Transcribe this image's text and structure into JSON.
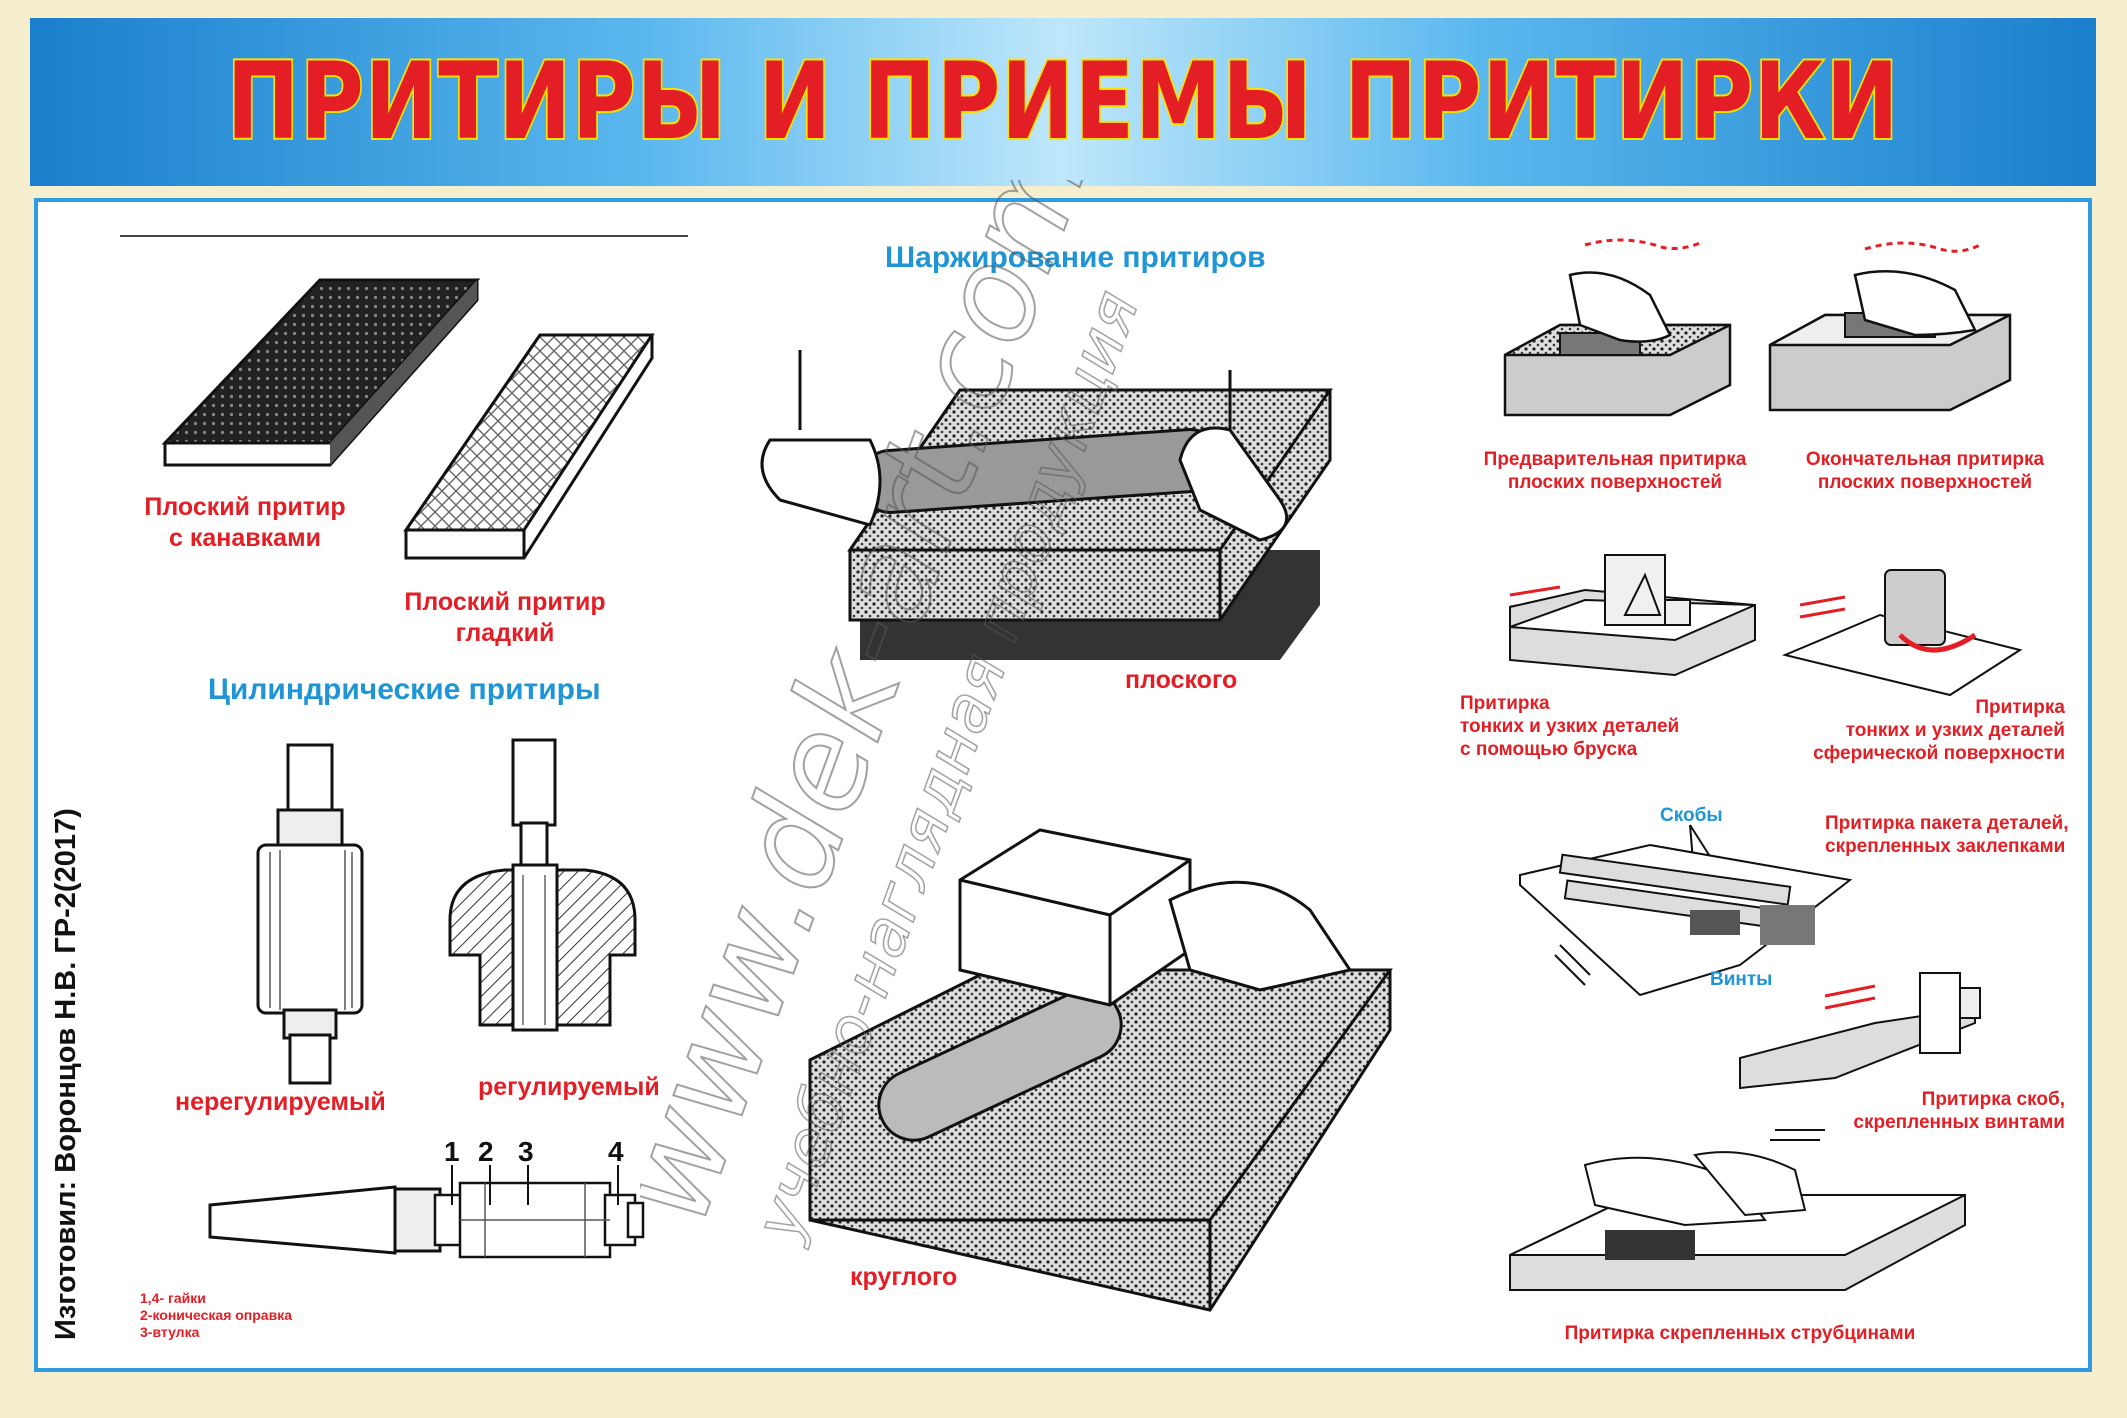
{
  "title": "ПРИТИРЫ И ПРИЕМЫ ПРИТИРКИ",
  "author": "Изготовил: Воронцов Н.В. ГР-2(2017)",
  "watermark": {
    "line1": "www.dek-art.com.ua",
    "line2": "учебно-наглядная продукция"
  },
  "flat": {
    "grooved": [
      "Плоский притир",
      "с канавками"
    ],
    "smooth": [
      "Плоский притир",
      "гладкий"
    ]
  },
  "cylindrical": {
    "heading": "Цилиндрические притиры",
    "fixed": "нерегулируемый",
    "adjustable": "регулируемый",
    "parts": [
      "1",
      "2",
      "3",
      "4"
    ],
    "legend": [
      "1,4- гайки",
      "2-коническая оправка",
      "3-втулка"
    ]
  },
  "charging": {
    "heading": "Шаржирование притиров",
    "flat": "плоского",
    "round": "круглого"
  },
  "methods": {
    "pre": [
      "Предварительная притирка",
      "плоских поверхностей"
    ],
    "final": [
      "Окончательная притирка",
      "плоских поверхностей"
    ],
    "thin_bar": [
      "Притирка",
      "тонких и узких деталей",
      "с помощью бруска"
    ],
    "thin_sphere": [
      "Притирка",
      "тонких и узких деталей",
      "сферической поверхности"
    ],
    "brackets": "Скобы",
    "screws": "Винты",
    "riveted": [
      "Притирка пакета деталей,",
      "скрепленных заклепками"
    ],
    "screwed": [
      "Притирка скоб,",
      "скрепленных винтами"
    ],
    "clamps": "Притирка скрепленных струбцинами"
  },
  "colors": {
    "accent": "#e31e24",
    "heading": "#1f95d6",
    "border": "#2f9be0",
    "title_outline": "#f6e400"
  }
}
